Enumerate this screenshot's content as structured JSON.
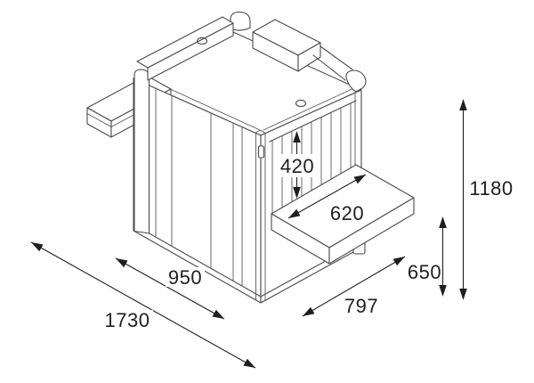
{
  "diagram": {
    "ink": "#1f1f1f",
    "line_color": "#4a4a4a",
    "background": "#ffffff",
    "dimensions": {
      "tunnel_opening_height": {
        "value": "420"
      },
      "output_tray_width": {
        "value": "620"
      },
      "tray_height_from_floor": {
        "value": "650"
      },
      "overall_height": {
        "value": "1180"
      },
      "body_depth": {
        "value": "950"
      },
      "overall_depth": {
        "value": "1730"
      },
      "front_width": {
        "value": "797"
      }
    }
  }
}
